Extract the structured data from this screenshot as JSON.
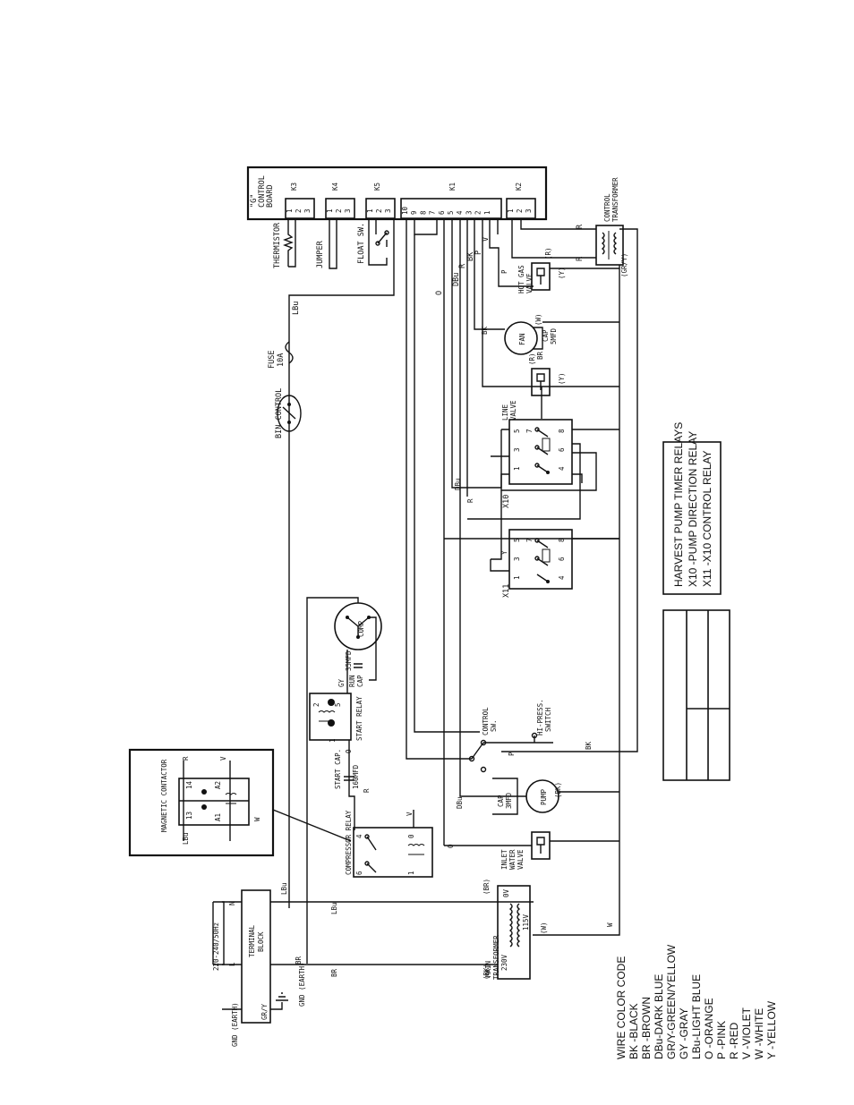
{
  "board": {
    "title_line1": "\"G\"",
    "title_line2": "CONTROL",
    "title_line3": "BOARD",
    "k3": "K3",
    "k4": "K4",
    "k5": "K5",
    "k1": "K1",
    "k2": "K2",
    "pins3": [
      "1",
      "2",
      "3"
    ],
    "k1_pins": [
      "10",
      "9",
      "8",
      "7",
      "6",
      "5",
      "4",
      "3",
      "2",
      "1"
    ]
  },
  "components": {
    "thermistor": "THERMISTOR",
    "jumper": "JUMPER",
    "float_sw": "FLOAT SW.",
    "control_transformer_1": "CONTROL",
    "control_transformer_2": "TRANSFORMER",
    "hot_gas_valve_1": "HOT GAS",
    "hot_gas_valve_2": "VALVE",
    "fan": "FAN",
    "fan_cap": "CAP",
    "fan_cap_value": "5MFD",
    "line_valve_1": "LINE",
    "line_valve_2": "VALVE",
    "fuse_1": "FUSE",
    "fuse_2": "10A",
    "bin_control": "BIN CONTROL",
    "x10": "X10",
    "x11": "X11",
    "relay_pins_top": [
      "5",
      "7"
    ],
    "relay_pins_mid": [
      "1",
      "3",
      "4",
      "6",
      "8"
    ],
    "comp": "COMP",
    "run_cap_1": "RUN",
    "run_cap_2": "CAP",
    "run_cap_value": "35MFD",
    "start_relay": "START RELAY",
    "start_cap": "START CAP.",
    "start_cap_value": "160MFD",
    "control_sw_1": "CONTROL",
    "control_sw_2": "SW.",
    "hi_press_1": "HI-PRESS.",
    "hi_press_2": "SWITCH",
    "pump": "PUMP",
    "pump_cap": "CAP",
    "pump_cap_value": "3MFD",
    "inlet_water_1": "INLET",
    "inlet_water_2": "WATER",
    "inlet_water_3": "VALVE",
    "compressor_relay": "COMPRESSOR RELAY",
    "magnetic_contactor": "MAGNETIC CONTACTOR",
    "terminal_block_1": "TERMINAL",
    "terminal_block_2": "BLOCK",
    "voltage": "220-240/50Hz",
    "gnd_earth": "GND (EARTH)",
    "main_transformer_1": "MAIN",
    "main_transformer_2": "TRANSFORMER",
    "tap_0v": "0V",
    "tap_115v": "115V",
    "tap_230v": "230V",
    "n": "N",
    "l": "L"
  },
  "wire_labels": {
    "lbu": "LBu",
    "bk": "BK",
    "br": "BR",
    "o": "O",
    "dbu": "DBu",
    "r": "R",
    "p": "P",
    "v": "V",
    "w": "W",
    "y": "Y",
    "gy": "GY",
    "gr_y": "GR/Y",
    "y_paren": "(Y)",
    "r_paren": "(R)",
    "w_paren": "(W)",
    "br_paren": "(BR)",
    "bk_paren": "(BK)",
    "gr_y_paren": "(GR/Y)"
  },
  "relay_legend": {
    "title": "HARVEST PUMP TIMER RELAYS",
    "line1": "X10 -PUMP DIRECTION RELAY",
    "line2": "X11 -X10 CONTROL RELAY"
  },
  "wire_color_code": {
    "title": "WIRE COLOR CODE",
    "entries": [
      "BK -BLACK",
      "BR -BROWN",
      "DBu-DARK BLUE",
      "GR/Y-GREEN/YELLOW",
      "GY -GRAY",
      "LBu-LIGHT BLUE",
      "O  -ORANGE",
      "P  -PINK",
      "R  -RED",
      "V  -VIOLET",
      "W  -WHITE",
      "Y  -YELLOW"
    ]
  }
}
